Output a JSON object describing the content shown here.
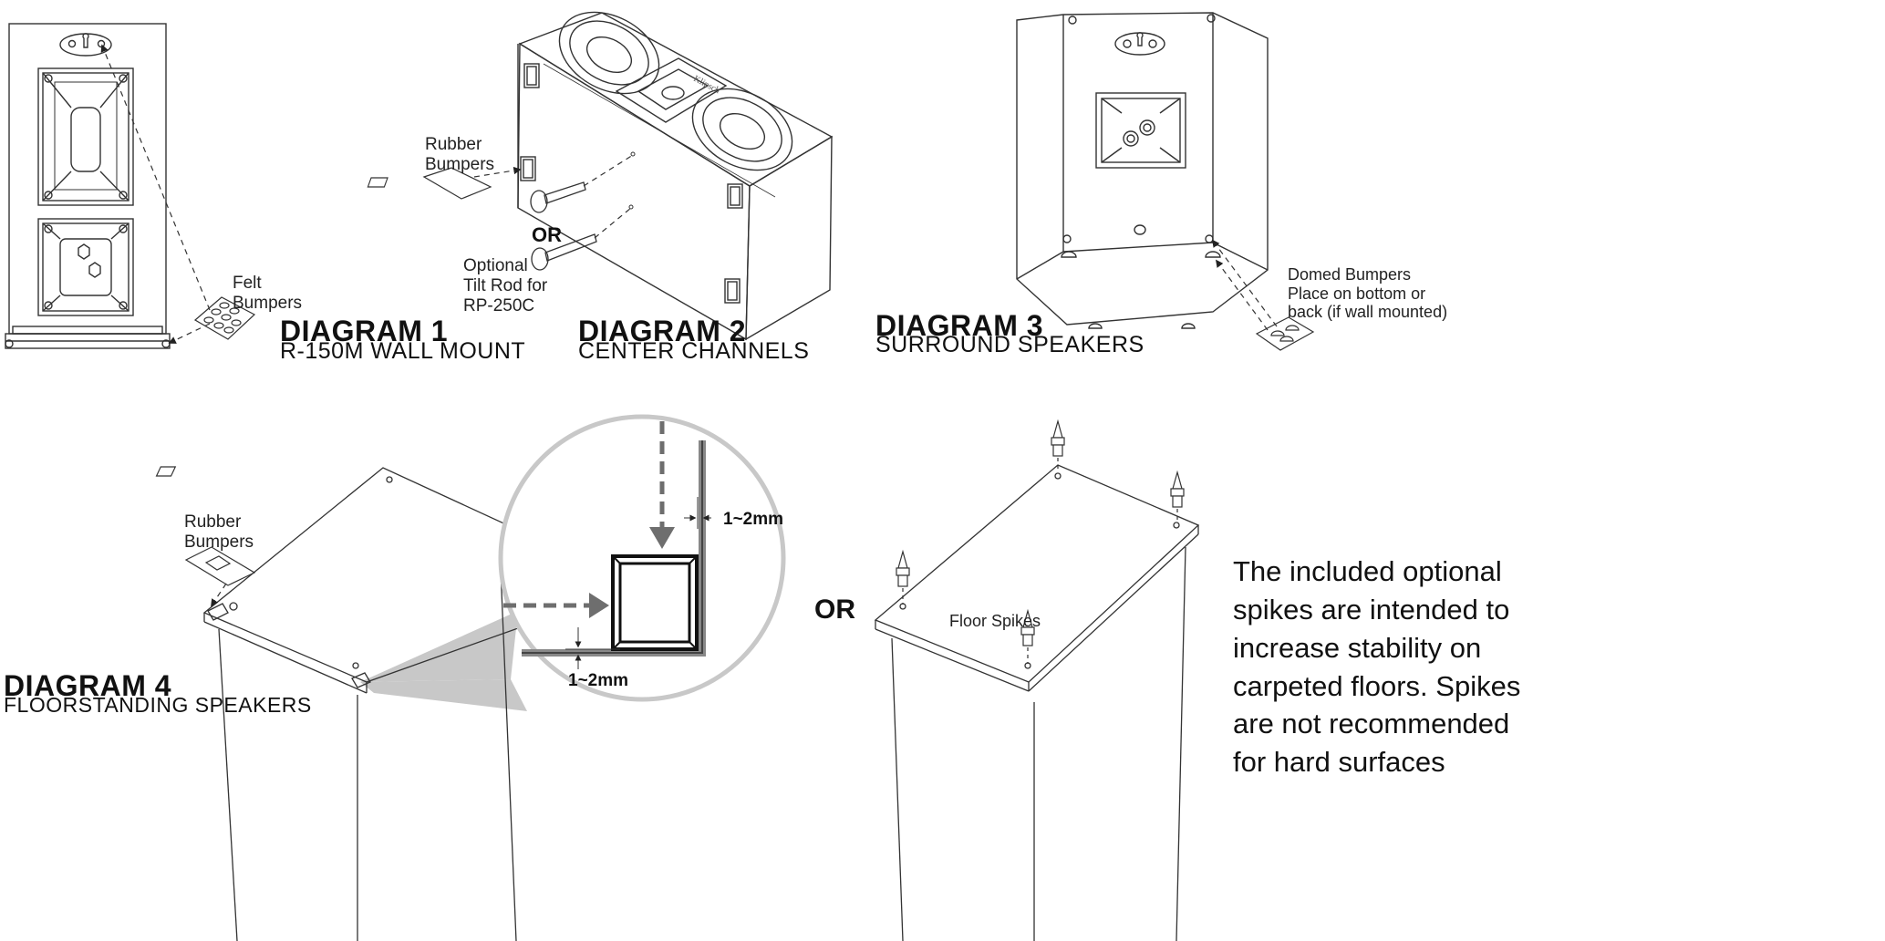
{
  "diagram1": {
    "heading": "DIAGRAM 1",
    "subtitle": "R-150M WALL MOUNT",
    "label_felt_line1": "Felt",
    "label_felt_line2": "Bumpers"
  },
  "diagram2": {
    "heading": "DIAGRAM 2",
    "subtitle": "CENTER CHANNELS",
    "label_rubber_line1": "Rubber",
    "label_rubber_line2": "Bumpers",
    "or_label": "OR",
    "label_tilt_line1": "Optional",
    "label_tilt_line2": "Tilt Rod for",
    "label_tilt_line3": "RP-250C",
    "brand": "Klipsch"
  },
  "diagram3": {
    "heading": "DIAGRAM 3",
    "subtitle": "SURROUND SPEAKERS",
    "label_domed_line1": "Domed Bumpers",
    "label_domed_line2": "Place on bottom or",
    "label_domed_line3": "back (if wall mounted)"
  },
  "diagram4": {
    "heading": "DIAGRAM 4",
    "subtitle": "FLOORSTANDING SPEAKERS",
    "label_rubber_line1": "Rubber",
    "label_rubber_line2": "Bumpers",
    "gap_right": "1~2mm",
    "gap_bottom": "1~2mm",
    "or_label": "OR",
    "label_spikes": "Floor Spikes",
    "note_lines": [
      "The included optional",
      "spikes are intended to",
      "increase stability on",
      "carpeted floors. Spikes",
      "are not recommended",
      "for hard surfaces"
    ]
  },
  "colors": {
    "line": "#333333",
    "callout_gray": "#c8c8c8",
    "callout_ring": "#bdbdbd",
    "arrow_gray": "#6e6e6e"
  }
}
